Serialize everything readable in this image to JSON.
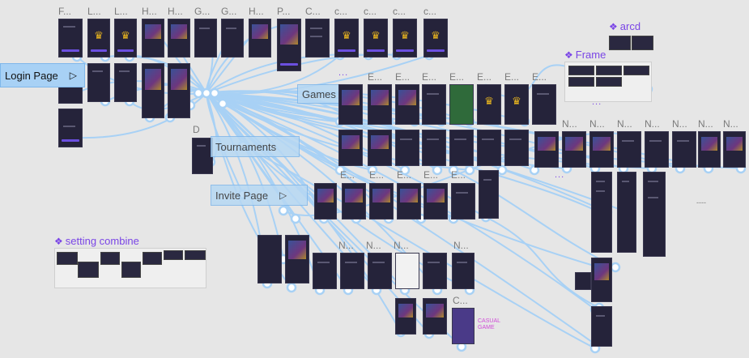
{
  "canvas": {
    "background": "#e6e6e6",
    "wire_color": "#a8d1f5",
    "node_color": "#ffffff"
  },
  "frame_labels_top": [
    "F...",
    "L...",
    "L...",
    "H...",
    "H...",
    "G...",
    "G...",
    "H...",
    "P...",
    "C...",
    "c...",
    "c...",
    "c...",
    "c..."
  ],
  "frame_labels_row2": [
    "E...",
    "E...",
    "E...",
    "E...",
    "E...",
    "E...",
    "E..."
  ],
  "frame_labels_row3": [
    "N...",
    "N...",
    "N...",
    "N...",
    "N...",
    "N...",
    "N..."
  ],
  "frame_labels_row4": [
    "E...",
    "E...",
    "E...",
    "E..."
  ],
  "frame_labels_row5": [
    "N...",
    "N...",
    "N...",
    "N..."
  ],
  "frame_label_c": "C...",
  "frame_label_d": "D",
  "components": {
    "arcd": "arcd",
    "frame": "Frame",
    "setting_combine": "setting combine"
  },
  "flows": {
    "login_page": "Login Page",
    "games": "Games",
    "tournaments": "Tournaments",
    "invite_page": "Invite Page"
  },
  "flow_icon": "play-icon",
  "ellipsis": "...",
  "dash_mark": "----",
  "casual_game_logo": "CASUAL GAME",
  "colors": {
    "accent": "#7a45e6",
    "phone_bg": "#25233a",
    "button": "#6b4fe0",
    "crown": "#e8b51f"
  }
}
